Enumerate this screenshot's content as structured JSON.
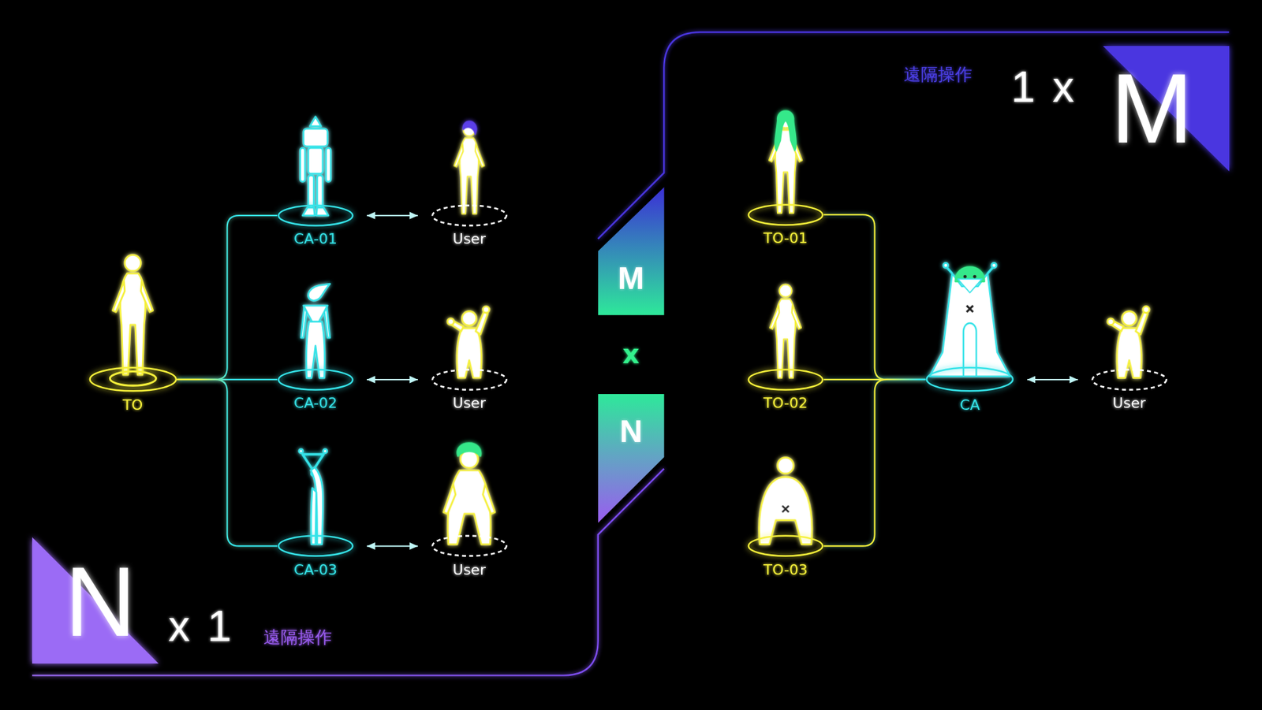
{
  "diagram": {
    "nodes": [
      {
        "text": [
          "TO"
        ]
      },
      {
        "text": [
          "CA-01"
        ]
      },
      {
        "text": [
          "CA-02"
        ]
      },
      {
        "text": [
          "CA-03"
        ]
      },
      {
        "text": [
          "User"
        ]
      },
      {
        "text": [
          "User"
        ]
      },
      {
        "text": [
          "User"
        ]
      },
      {
        "text": [
          "M"
        ]
      },
      {
        "text": [
          "M"
        ]
      },
      {
        "text": [
          "N"
        ]
      },
      {
        "text": [
          "TO-01"
        ]
      },
      {
        "text": [
          "TO-02"
        ]
      },
      {
        "text": [
          "TO-03"
        ]
      },
      {
        "text": [
          "CA"
        ]
      },
      {
        "text": [
          "User"
        ]
      },
      {
        "text": [
          "N"
        ]
      }
    ],
    "edges": [
      {
        "from": 0,
        "to": 1,
        "arrow": "none"
      },
      {
        "from": 0,
        "to": 2,
        "arrow": "none"
      },
      {
        "from": 0,
        "to": 3,
        "arrow": "none"
      },
      {
        "from": 1,
        "to": 4,
        "arrow": "both"
      },
      {
        "from": 2,
        "to": 5,
        "arrow": "both"
      },
      {
        "from": 3,
        "to": 6,
        "arrow": "both"
      },
      {
        "from": 10,
        "to": 13,
        "arrow": "none"
      },
      {
        "from": 11,
        "to": 13,
        "arrow": "none"
      },
      {
        "from": 12,
        "to": 13,
        "arrow": "none"
      },
      {
        "from": 13,
        "to": 14,
        "arrow": "both"
      }
    ],
    "labels": [
      "遠隔操作",
      "1 x",
      "x",
      "x 1",
      "遠隔操作"
    ]
  }
}
